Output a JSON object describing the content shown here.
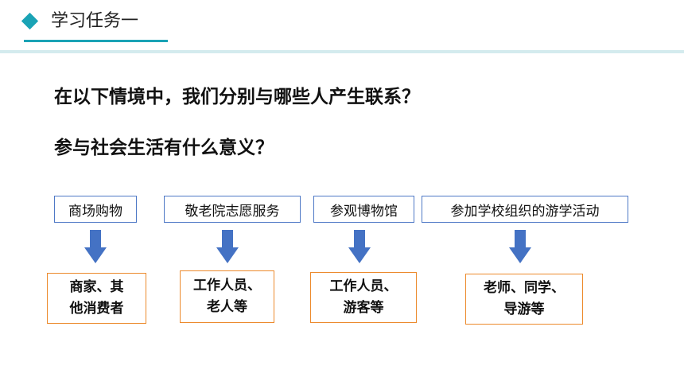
{
  "header": {
    "title": "学习任务一"
  },
  "questions": [
    "在以下情境中，我们分别与哪些人产生联系？",
    "参与社会生活有什么意义？"
  ],
  "scenarios": [
    {
      "label": "商场购物",
      "people": "商家、其\n他消费者"
    },
    {
      "label": "敬老院志愿服务",
      "people": "工作人员、\n老人等"
    },
    {
      "label": "参观博物馆",
      "people": "工作人员、\n游客等"
    },
    {
      "label": "参加学校组织的游学活动",
      "people": "老师、同学、\n导游等"
    }
  ],
  "colors": {
    "accent": "#1aa3b5",
    "scenario_border": "#4f79c6",
    "arrow_fill": "#4472c4",
    "people_border": "#ec8a2c"
  }
}
